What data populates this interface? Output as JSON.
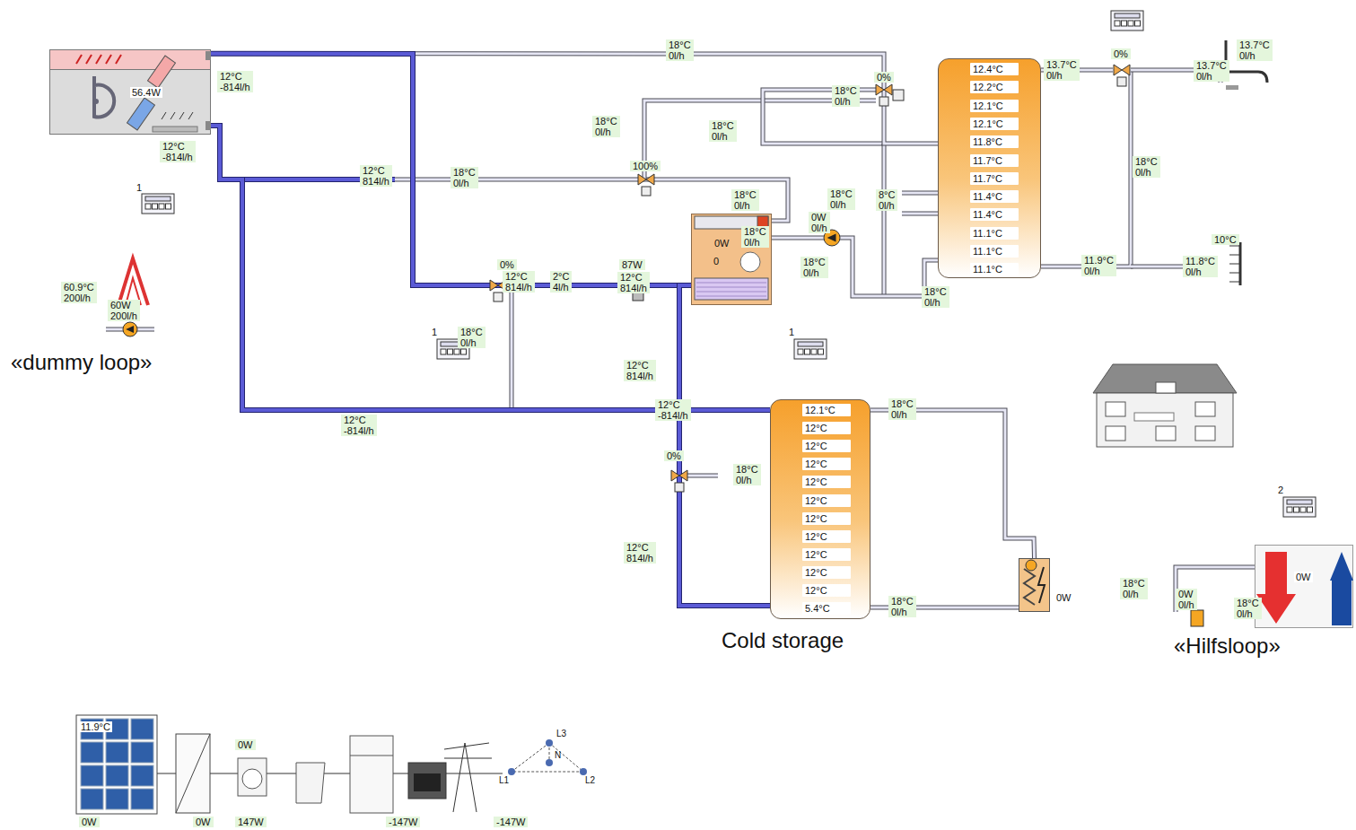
{
  "diagram": {
    "nodes": [
      {
        "text": [
          "56.4W"
        ]
      },
      {
        "text": [
          "12.4°C",
          "12.2°C",
          "12.1°C",
          "12.1°C",
          "11.8°C",
          "11.7°C",
          "11.7°C",
          "11.4°C",
          "11.4°C",
          "11.1°C",
          "11.1°C",
          "11.1°C"
        ]
      },
      {
        "text": [
          "12.1°C",
          "12°C",
          "12°C",
          "12°C",
          "12°C",
          "12°C",
          "12°C",
          "12°C",
          "12°C",
          "12°C",
          "12°C",
          "5.4°C",
          "Cold storage"
        ]
      },
      {
        "text": [
          "0W",
          "0"
        ]
      },
      {
        "text": [
          "0W"
        ]
      },
      {
        "text": [
          "0W"
        ]
      }
    ],
    "edges": [
      {
        "from": 0,
        "to": 3,
        "arrow": "none"
      },
      {
        "from": 0,
        "to": 2,
        "arrow": "none"
      },
      {
        "from": 3,
        "to": 2,
        "arrow": "none"
      },
      {
        "from": 3,
        "to": 1,
        "arrow": "none"
      },
      {
        "from": 2,
        "to": 4,
        "arrow": "none"
      },
      {
        "from": 0,
        "to": 1,
        "arrow": "none"
      }
    ],
    "labels": [
      "18°C 0l/h",
      "12°C -814l/h",
      "12°C -814l/h",
      "12°C 814l/h",
      "18°C 0l/h",
      "18°C 0l/h",
      "18°C 0l/h",
      "0%",
      "18°C 0l/h",
      "100%",
      "18°C 0l/h",
      "18°C 0l/h",
      "8°C 0l/h",
      "0W 0l/h",
      "18°C 0l/h",
      "18°C 0l/h",
      "0%",
      "12°C 814l/h",
      "2°C 4l/h",
      "87W",
      "12°C 814l/h",
      "1",
      "1",
      "1",
      "2",
      "60.9°C 200l/h",
      "60W 200l/h",
      "18°C 0l/h",
      "12°C 814l/h",
      "12°C -814l/h",
      "12°C -814l/h",
      "18°C 0l/h",
      "0%",
      "18°C 0l/h",
      "12°C 814l/h",
      "18°C 0l/h",
      "13.7°C 0l/h",
      "0%",
      "13.7°C 0l/h",
      "13.7°C 0l/h",
      "18°C 0l/h",
      "11.9°C 0l/h",
      "10°C",
      "11.8°C 0l/h",
      "18°C 0l/h",
      "18°C 0l/h",
      "0W 0l/h",
      "18°C 0l/h",
      "11.9°C",
      "0W",
      "0W",
      "0W",
      "147W",
      "-147W",
      "-147W",
      "L3",
      "N",
      "L1",
      "L2",
      "«dummy loop»",
      "«Hilfsloop»"
    ]
  }
}
